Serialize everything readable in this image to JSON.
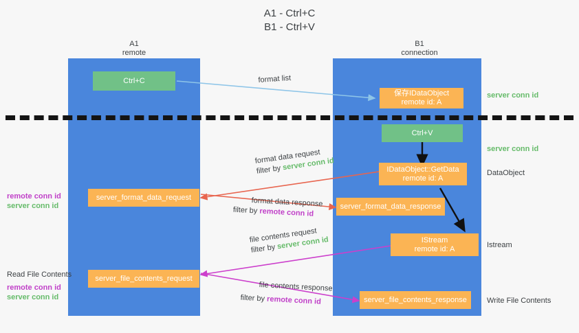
{
  "title": {
    "line1": "A1 - Ctrl+C",
    "line2": "B1 - Ctrl+V"
  },
  "lanes": [
    {
      "id": "a1",
      "name": "A1",
      "role": "remote",
      "color": "#4a86dc"
    },
    {
      "id": "b1",
      "name": "B1",
      "role": "connection",
      "color": "#4a86dc"
    }
  ],
  "boxes": {
    "ctrl_c": {
      "line1": "Ctrl+C",
      "line2": ""
    },
    "save_idataobject": {
      "line1": "保存IDataObject",
      "line2": "remote id: A"
    },
    "ctrl_v": {
      "line1": "Ctrl+V",
      "line2": ""
    },
    "getdata": {
      "line1": "IDataObject::GetData",
      "line2": "remote id: A"
    },
    "istream": {
      "line1": "IStream",
      "line2": "remote id: A"
    },
    "fmt_req": {
      "line1": "server_format_data_request",
      "line2": ""
    },
    "fmt_resp": {
      "line1": "server_format_data_response",
      "line2": ""
    },
    "file_req": {
      "line1": "server_file_contents_request",
      "line2": ""
    },
    "file_resp": {
      "line1": "server_file_contents_response",
      "line2": ""
    }
  },
  "edge_labels": {
    "format_list": "format list",
    "fmt_req_l1": "format data request",
    "fmt_req_l2_pre": "filter by ",
    "fmt_req_l2_key": "server conn id",
    "fmt_resp_l1": "format data response",
    "fmt_resp_l2_pre": "filter by ",
    "fmt_resp_l2_key": "remote conn id",
    "file_req_l1": "file contents request",
    "file_req_l2_pre": "filter by ",
    "file_req_l2_key": "server conn id",
    "file_resp_l1": "file contents response",
    "file_resp_l2_pre": "filter by ",
    "file_resp_l2_key": "remote conn id"
  },
  "right_labels": {
    "server_conn_id_top": "server conn id",
    "server_conn_id_mid": "server conn id",
    "dataobject": "DataObject",
    "istream": "Istream",
    "write_file_contents": "Write File Contents"
  },
  "left_labels": {
    "remote_conn_id_1": "remote conn id",
    "server_conn_id_1": "server conn id",
    "read_file_contents": "Read File Contents",
    "remote_conn_id_2": "remote conn id",
    "server_conn_id_2": "server conn id"
  },
  "colors": {
    "lane": "#4a86dc",
    "green_box": "#71c187",
    "orange_box": "#fbb454",
    "server_key": "#66bb6a",
    "remote_key": "#c040c8",
    "arrow_blue": "#8ec5e8",
    "arrow_red": "#e8654f",
    "arrow_pink": "#cc3fcc",
    "arrow_black": "#111111",
    "background": "#f7f7f7"
  }
}
